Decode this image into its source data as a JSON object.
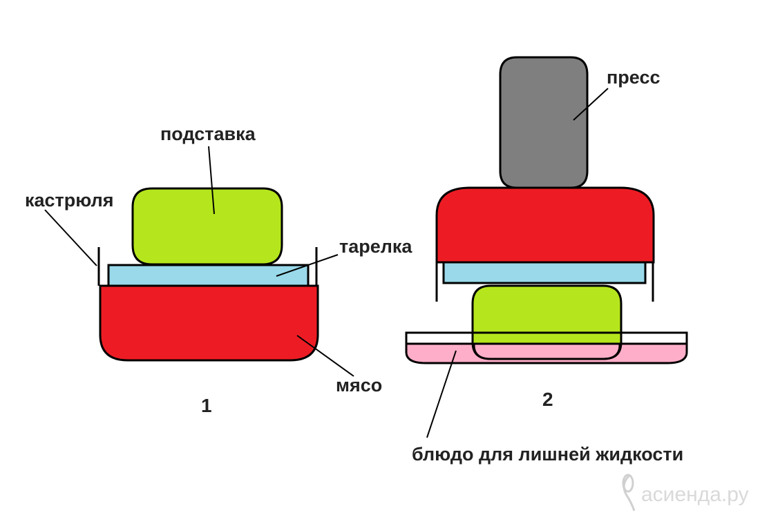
{
  "labels": {
    "stand": "подставка",
    "pot": "кастрюля",
    "plate": "тарелка",
    "meat": "мясо",
    "press": "пресс",
    "dish": "блюдо для лишней жидкости"
  },
  "figures": {
    "first": "1",
    "second": "2"
  },
  "watermark": {
    "text": "асиенда.ру",
    "icon": "ficus-leaf-icon"
  },
  "colors": {
    "meat": "#ed1c24",
    "stand": "#b5e61d",
    "plate": "#99d9ea",
    "press": "#7f7f7f",
    "dish_liquid": "#ffaec9",
    "outline": "#000000"
  }
}
